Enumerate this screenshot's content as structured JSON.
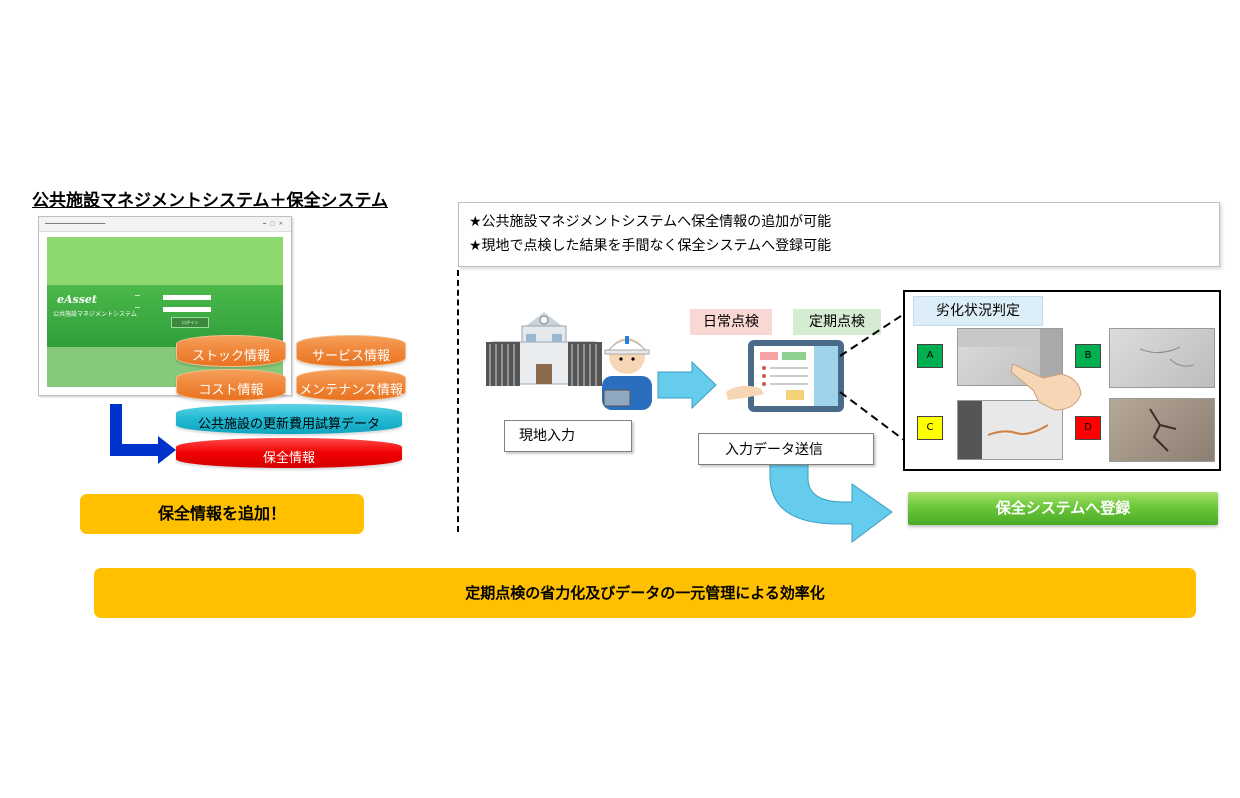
{
  "left_title": "公共施設マネジメントシステム＋保全システム",
  "login_screen": {
    "logo": "eAsset",
    "system_name": "公共施設マネジメントシステム",
    "login_button": "ログイン"
  },
  "database": {
    "stock": "ストック情報",
    "service": "サービス情報",
    "cost": "コスト情報",
    "maintenance": "メンテナンス情報",
    "renewal_cost": "公共施設の更新費用試算データ",
    "preservation": "保全情報"
  },
  "add_banner": "保全情報を追加！",
  "notes": [
    "★公共施設マネジメントシステムへ保全情報の追加が可能",
    "★現地で点検した結果を手間なく保全システムへ登録可能"
  ],
  "field_input_label": "現地入力",
  "inspection_daily": "日常点検",
  "inspection_periodic": "定期点検",
  "send_label": "入力データ送信",
  "judgement": {
    "title": "劣化状況判定",
    "grades": [
      {
        "label": "A",
        "color": "#00b050"
      },
      {
        "label": "B",
        "color": "#00b050"
      },
      {
        "label": "C",
        "color": "#ffff00"
      },
      {
        "label": "D",
        "color": "#ff0000"
      }
    ]
  },
  "register_label": "保全システムへ登録",
  "bottom_banner": "定期点検の省力化及びデータの一元管理による効率化",
  "colors": {
    "yellow": "#ffc000",
    "orange": "#f0883c",
    "cyan": "#21b9d3",
    "red": "#f00000",
    "arrow_blue": "#0033cc",
    "arrow_cyan": "#66ccee"
  }
}
